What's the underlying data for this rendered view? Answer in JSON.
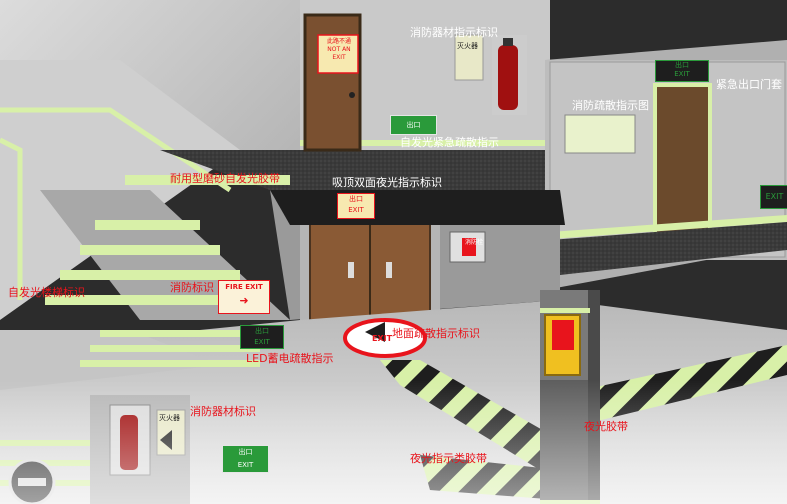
{
  "labels": {
    "fire_equipment_top": "消防器材指示标识",
    "emergency_exit_door": "紧急出口门套",
    "evacuation_map": "消防疏散指示图",
    "self_glow_emergency": "自发光紧急疏散指示",
    "ceiling_double_sided": "吸顶双面夜光指示标识",
    "anti_slip_tape": "耐用型磨砂自发光胶带",
    "self_glow_stair": "自发光楼梯标识",
    "fire_sign": "消防标识",
    "floor_evacuation": "地面疏散指示标识",
    "led_evacuation": "LED蓄电疏散指示",
    "fire_equipment_bottom": "消防器材标识",
    "night_glow_tape": "夜光胶带",
    "night_glow_tape_indicator": "夜光指示类胶带"
  },
  "signs": {
    "not_an_exit_cn": "此路不通",
    "not_an_exit_en": "NOT AN",
    "not_an_exit_en2": "EXIT",
    "exit_cn": "出口",
    "exit_en": "EXIT",
    "fire_exit": "FIRE EXIT",
    "extinguisher_cn": "灭火器",
    "hydrant_cn": "消防栓",
    "floor_exit": "EXIT"
  },
  "colors": {
    "glow": "#d8f0a8",
    "sign_green": "#2a9a3a",
    "sign_red": "#e8141c",
    "label_red": "#e8141c",
    "label_white": "#ffffff",
    "door_brown": "#7a5030",
    "column_yellow": "#f0c020"
  }
}
